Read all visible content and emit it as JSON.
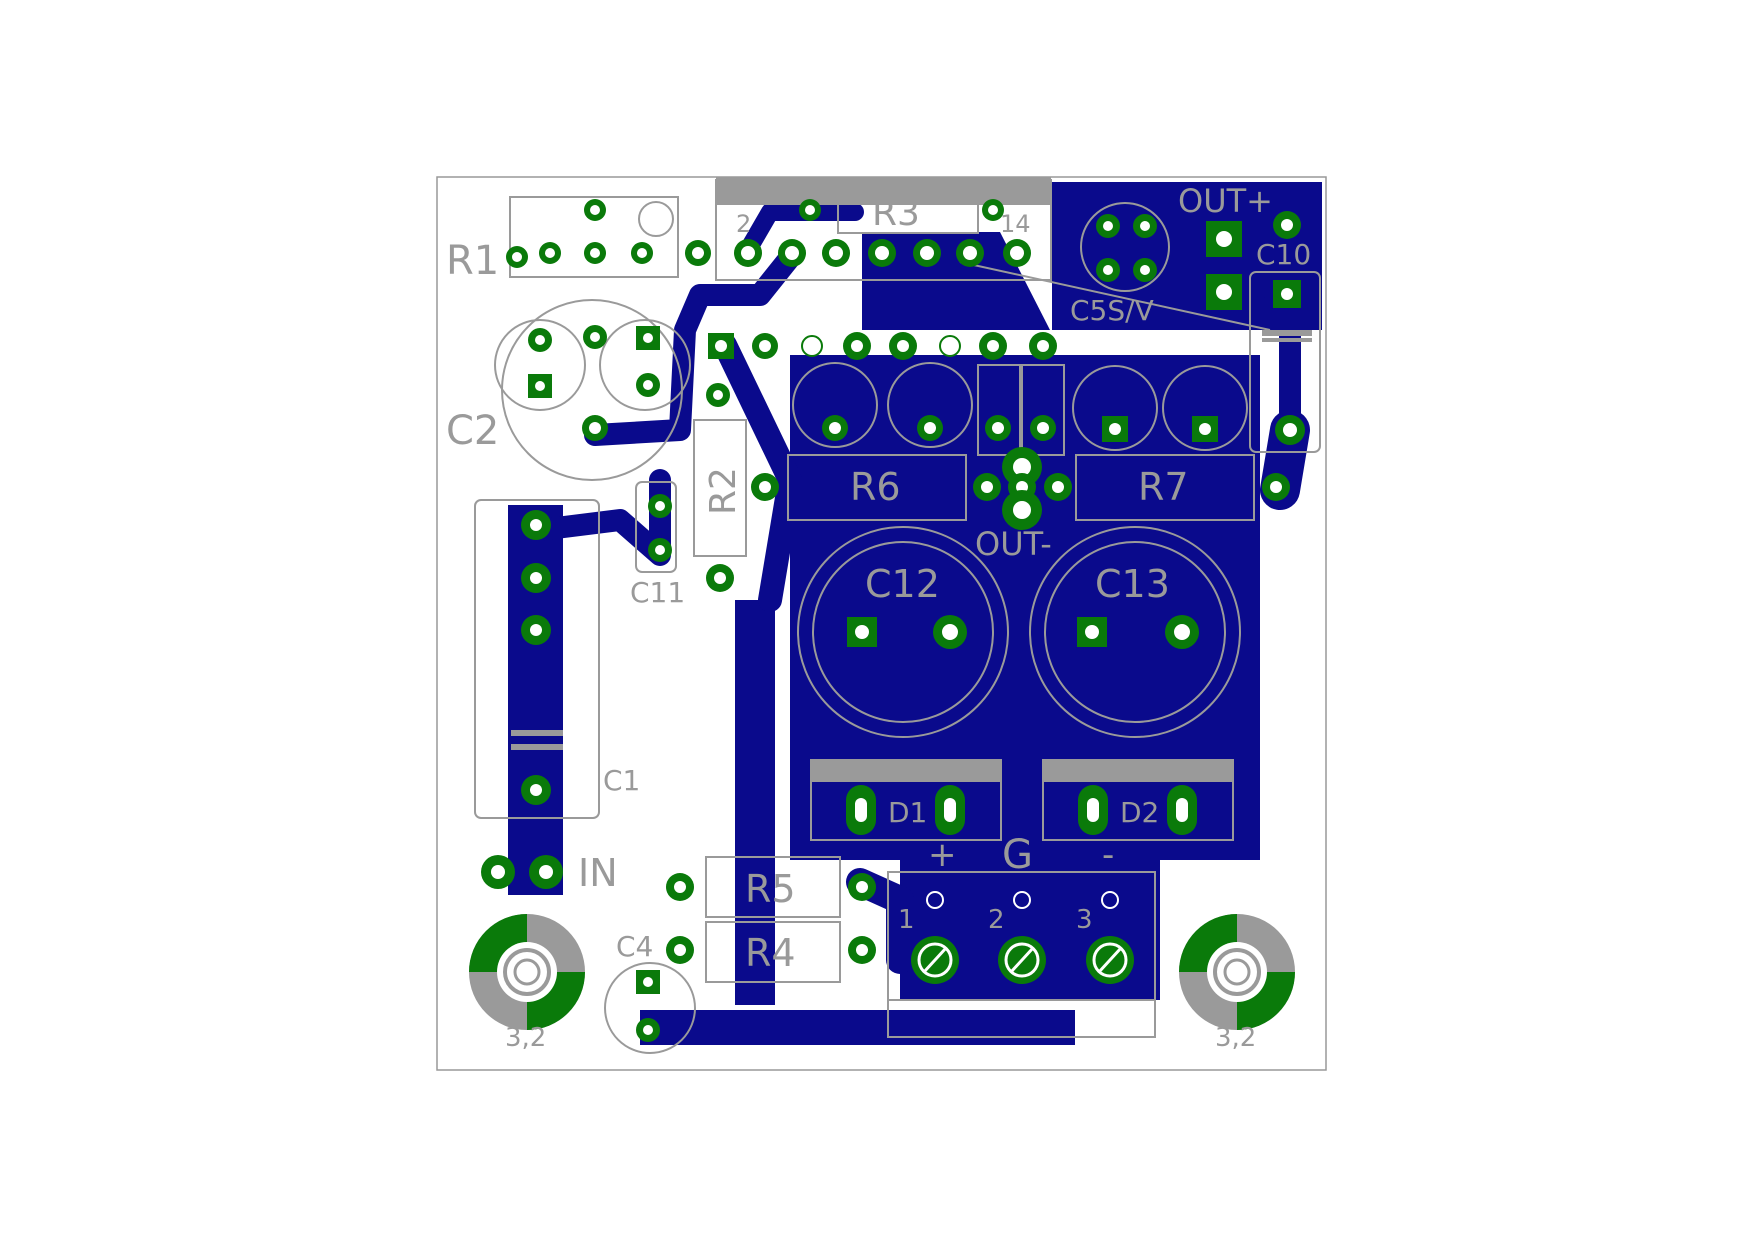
{
  "colors": {
    "background": "#ffffff",
    "copper": "#0a0a8c",
    "pad": "#0a7a0a",
    "silkscreen": "#9a9a9a",
    "outline": "#999999",
    "drill": "#ffffff"
  },
  "labels": {
    "r1": "R1",
    "c2": "C2",
    "c1": "C1",
    "in": "IN",
    "c11": "C11",
    "r2": "R2",
    "r3": "R3",
    "ic_pin2": "2",
    "ic_pin14": "14",
    "c5": "C5S/V",
    "out_plus": "OUT+",
    "c10": "C10",
    "r6": "R6",
    "r7": "R7",
    "out_minus": "OUT-",
    "c12": "C12",
    "c13": "C13",
    "d1": "D1",
    "d2": "D2",
    "g": "G",
    "plus": "+",
    "minus": "-",
    "term1": "1",
    "term2": "2",
    "term3": "3",
    "r5": "R5",
    "r4": "R4",
    "c4": "C4",
    "hole_left": "3,2",
    "hole_right": "3,2"
  }
}
